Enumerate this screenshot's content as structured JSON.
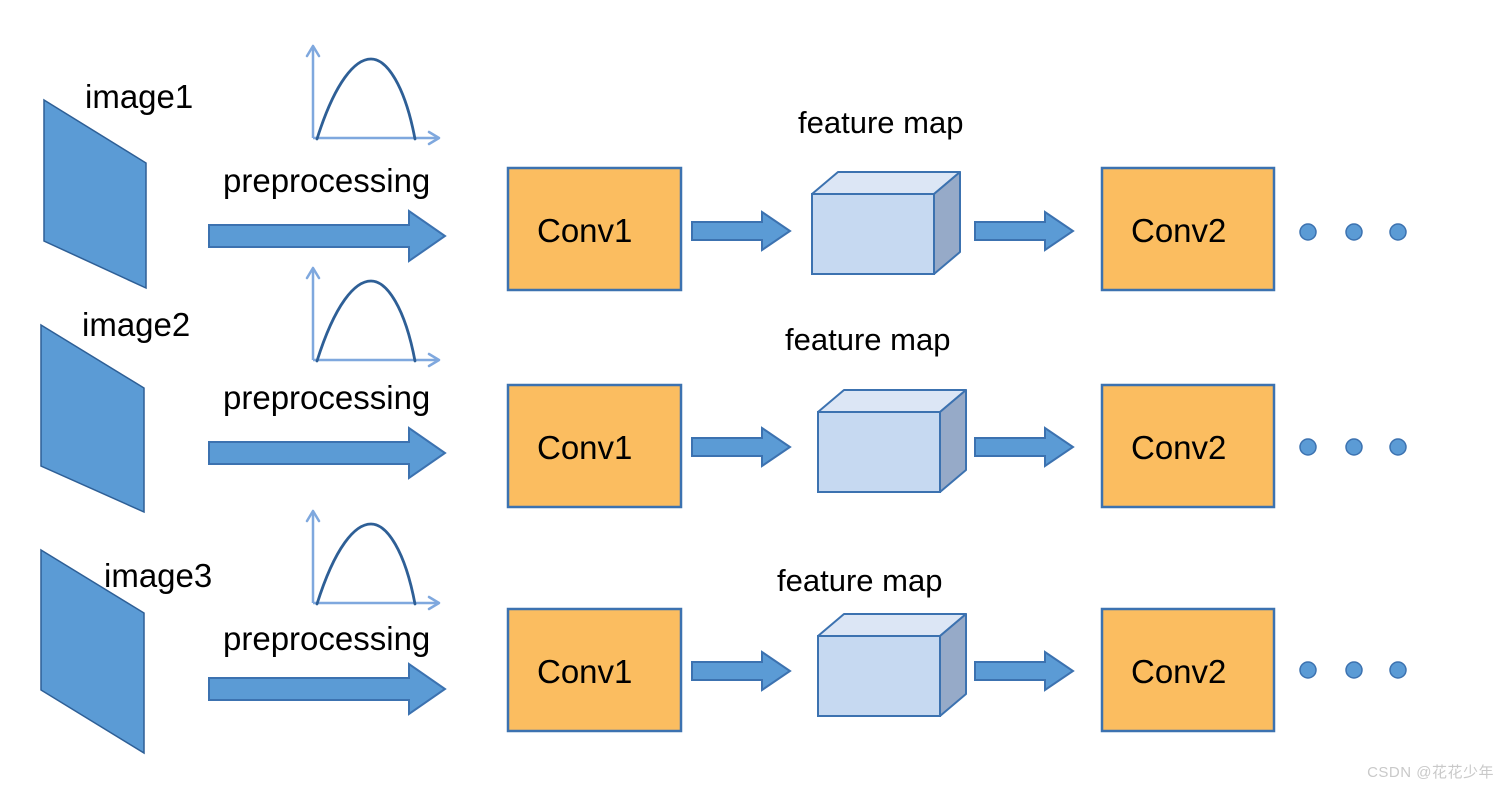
{
  "diagram": {
    "title": "CNN multi-image preprocessing and convolution pipeline",
    "colors": {
      "image_fill": "#5B9BD5",
      "image_stroke": "#2E5F96",
      "arrow_fill": "#5B9BD5",
      "arrow_stroke": "#3C72B0",
      "conv_fill": "#FBBD60",
      "conv_stroke": "#3C72B0",
      "cube_front": "#C6D9F1",
      "cube_top": "#DCE6F5",
      "cube_side": "#96AAC8",
      "cube_stroke": "#3C72B0",
      "axis": "#7FA8DE",
      "curve": "#2E5F96",
      "dot_fill": "#5B9BD5",
      "dot_stroke": "#3C72B0",
      "text": "#000000",
      "watermark": "#c9c9c9",
      "background": "#ffffff"
    },
    "rows": [
      {
        "id": "row-1",
        "image_label": "image1",
        "preprocessing_label": "preprocessing",
        "feature_map_label": "feature map",
        "conv_first_label": "Conv1",
        "conv_second_label": "Conv2",
        "ellipsis_dots": 3
      },
      {
        "id": "row-2",
        "image_label": "image2",
        "preprocessing_label": "preprocessing",
        "feature_map_label": "feature map",
        "conv_first_label": "Conv1",
        "conv_second_label": "Conv2",
        "ellipsis_dots": 3
      },
      {
        "id": "row-3",
        "image_label": "image3",
        "preprocessing_label": "preprocessing",
        "feature_map_label": "feature map",
        "conv_first_label": "Conv1",
        "conv_second_label": "Conv2",
        "ellipsis_dots": 3
      }
    ],
    "watermark": "CSDN @花花少年"
  }
}
